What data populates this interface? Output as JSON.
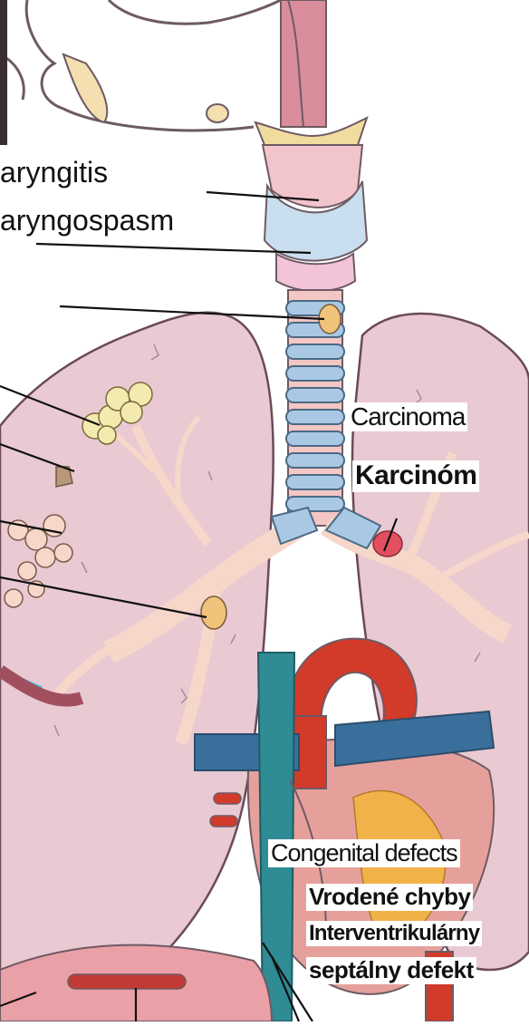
{
  "labels": {
    "laryngitis": "aryngitis",
    "laryngospasm": "aryngospasm",
    "carcinoma_en": "Carcinoma",
    "carcinoma_sk": "Karcinóm",
    "congenital_en": "Congenital defects",
    "congenital_sk": "Vrodené chyby",
    "vsd_sk_line1": "Interventrikulárny",
    "vsd_sk_line2": "septálny defekt"
  },
  "colors": {
    "lung": "#e9c9d2",
    "lung_outline": "#6b4a57",
    "airway": "#f6d7c9",
    "trachea_ring": "#a9c8e3",
    "heart_red": "#d23a2a",
    "vessel_blue": "#3a6f9c",
    "vessel_teal": "#2f8b94",
    "lesion_yellow": "#f3eab0",
    "lesion_red": "#e2505f",
    "fat_orange": "#f2b24a"
  }
}
